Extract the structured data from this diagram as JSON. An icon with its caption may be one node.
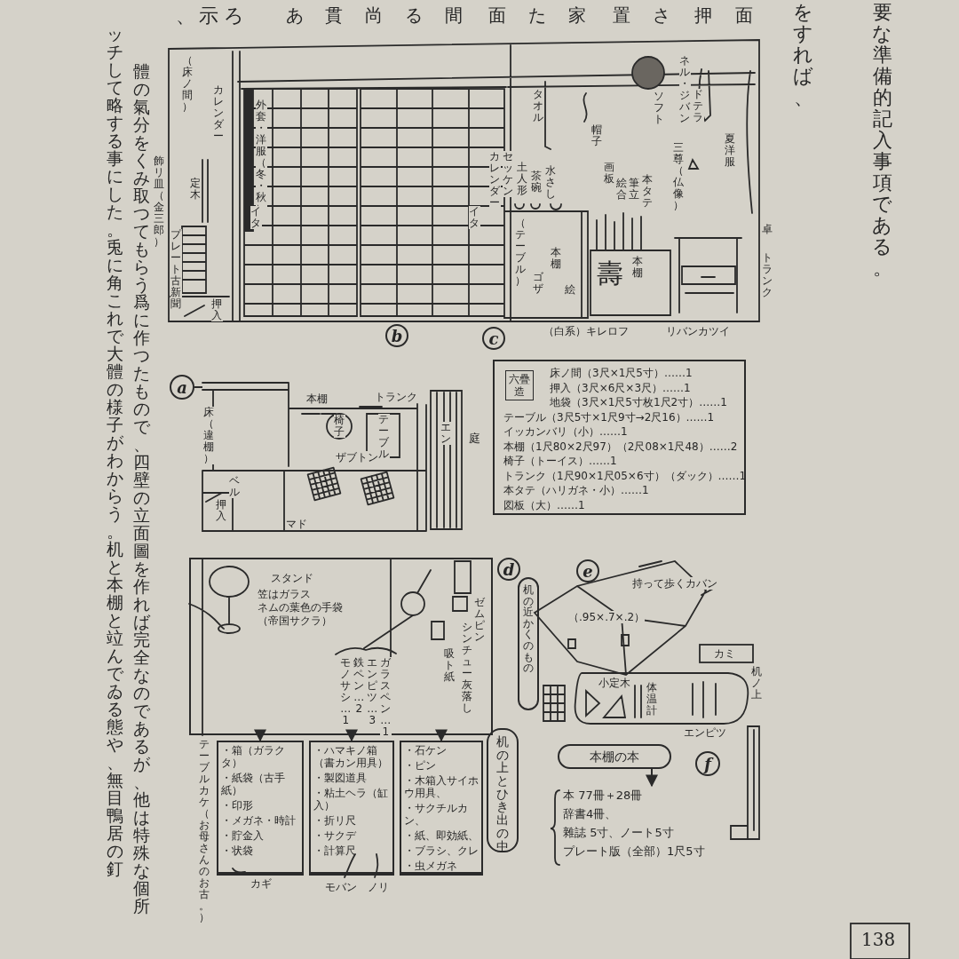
{
  "diagram": {
    "nodes": [
      {
        "text": [
          "b"
        ]
      },
      {
        "text": [
          "c"
        ]
      },
      {
        "text": [
          "a"
        ]
      },
      {
        "text": [],
        "shape": "picture"
      },
      {
        "text": [
          "d"
        ]
      },
      {
        "text": [],
        "shape": "box"
      },
      {
        "text": [
          "・箱（ガラクタ）",
          "・紙袋（古手紙）",
          "・印形",
          "・メガネ・時計",
          "・貯金入",
          "・状袋"
        ],
        "beside": [
          "カギ"
        ]
      },
      {
        "text": [
          "・ハマキノ箱（書カン用具）",
          "・製図道具",
          "・粘土ヘラ（缸入）",
          "・折リ尺",
          "・サクデ",
          "・計算尺"
        ]
      },
      {
        "text": [
          "・石ケン",
          "・ピン",
          "・木箱入サイホウ用具、",
          "・サクチルカン、",
          "・紙、即効紙、",
          "・ブラシ、クレ",
          "・虫メガネ"
        ]
      },
      {
        "text": [
          "机の上とひき出の中"
        ]
      },
      {
        "text": [
          "e"
        ]
      },
      {
        "text": [
          "机の近かくのもの"
        ]
      },
      {
        "text": [
          "本棚の本"
        ]
      },
      {
        "text": [
          "本 77冊＋28冊",
          "辞書4冊、",
          "雜誌 5寸、ノート5寸",
          "プレート版（全部）1尺5寸"
        ]
      },
      {
        "text": [
          "f"
        ]
      },
      {
        "text": [
          "六疊造",
          "床ノ間（3尺×1尺5寸）……1",
          "押入（3尺×6尺×3尺）……1",
          "地袋（3尺×1尺5寸枚1尺2寸）……1",
          "テーブル（3尺5寸×1尺9寸→2尺16）……1",
          "イッカンバリ（小）……1",
          "本棚（1尺80×2尺97）（2尺08×1尺48）……2",
          "椅子（トーイス）……1",
          "トランク（1尺90×1尺05×6寸）（ダック）……1",
          "本タテ（ハリガネ・小）……1",
          "図板（大）……1"
        ]
      }
    ],
    "edges": [
      {
        "from": 2,
        "to": 3,
        "arrow": "none"
      },
      {
        "from": 5,
        "to": 6,
        "arrow": "to"
      },
      {
        "from": 5,
        "to": 7,
        "arrow": "to"
      },
      {
        "from": 5,
        "to": 8,
        "arrow": "to"
      },
      {
        "from": 12,
        "to": 13,
        "arrow": "to"
      }
    ],
    "labels": [
      "ッチして略する事にした。兎に角これで大體の様子がわからう。机と本棚と竝んでゐる態や、無目鴨居の釘",
      "體の氣分をくみ取つてもらう爲に作つたもので、四壁の立面圖を作れば完全なのであるが、他は特殊な個所",
      "、",
      "示",
      "ろ",
      "あ",
      "貫",
      "尚",
      "る",
      "間",
      "面",
      "た",
      "家",
      "置",
      "さ",
      "押",
      "面",
      "をすれば、",
      "要な準備的記入事項である。",
      "（床ノ間）",
      "カレンダー",
      "飾リ皿（金三郎）",
      "定木",
      "プレート",
      "押入",
      "古新聞",
      "外套・洋服（冬・秋）",
      "イタ",
      "イタ",
      "タオル",
      "帽子",
      "ソフト",
      "ネル・ジバン",
      "ドテラ",
      "三尊（仏像）",
      "夏洋服",
      "カレンダー",
      "セッケン",
      "土人形",
      "茶碗",
      "水さし",
      "画板",
      "絵合",
      "筆立",
      "本タテ",
      "（テーブル）",
      "本棚",
      "ゴザ",
      "絵",
      "壽",
      "本棚",
      "卓",
      "トランク",
      "（白系）キレロフ",
      "リバンカツイ",
      "本棚",
      "トランク",
      "椅子",
      "テーブル",
      "エン",
      "庭",
      "床（違棚）",
      "ベル",
      "押入",
      "ザブトン",
      "マド",
      "スタンド",
      "笠はガラス",
      "ネムの葉色の手袋",
      "（帝国サクラ）",
      "モノサシ…1",
      "鉄ペン…2",
      "エンピツ…3",
      "ガラスペン…1",
      "ゼムピン",
      "シンチュー灰落し",
      "吸ト紙",
      "テーブルカケ（お母さんのお古。）",
      "モバン",
      "ノリ",
      "持って歩くカバン",
      "（.95×.7×.2）",
      "カミ",
      "机ノ上",
      "小定木",
      "体温計",
      "エンピツ",
      "138"
    ]
  }
}
